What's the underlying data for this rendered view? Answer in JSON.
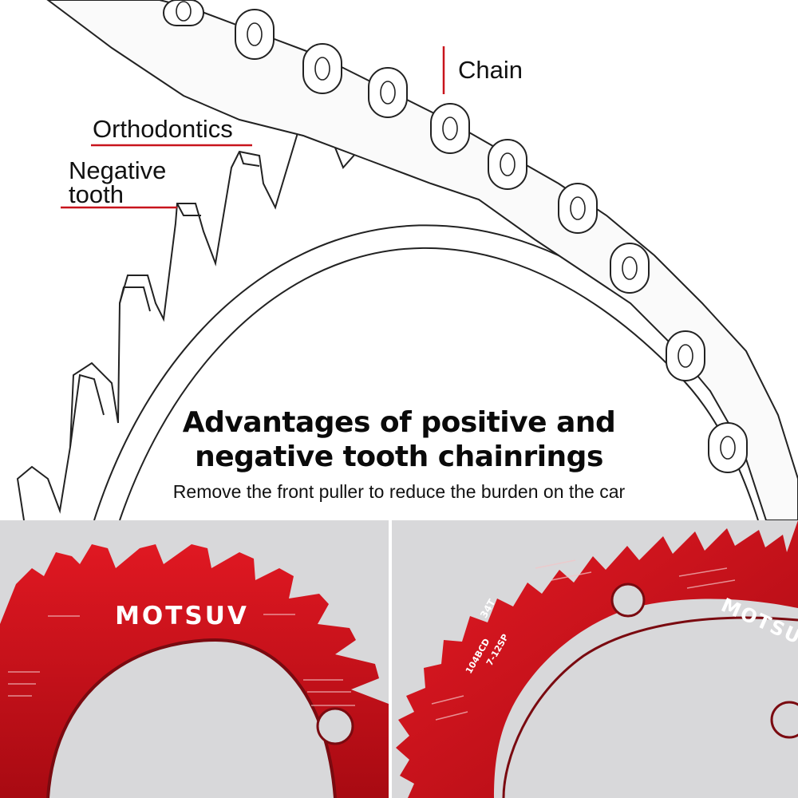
{
  "diagram": {
    "labels": {
      "chain": "Chain",
      "orthodontics": "Orthodontics",
      "negative_tooth_line1": "Negative",
      "negative_tooth_line2": "tooth"
    },
    "headline_line1": "Advantages of positive and",
    "headline_line2": "negative tooth chainrings",
    "subtitle": "Remove the front puller to reduce the burden on the car"
  },
  "photos": {
    "left_brand": "MOTSUV",
    "right_brand": "MOTSUV",
    "right_teeth": "34T",
    "right_model": "104BCD",
    "right_spec": "7-12SP"
  },
  "colors": {
    "chainring_red": "#c8101a",
    "leader_red": "#c8141c",
    "photo_bg": "#d8d8da"
  }
}
